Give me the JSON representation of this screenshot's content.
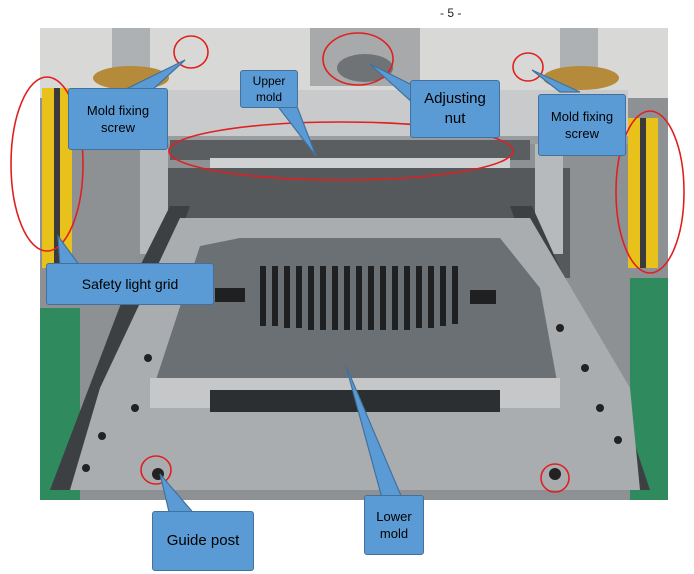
{
  "page": {
    "number": "- 5 -"
  },
  "labels": {
    "mold_fixing_screw_left": "Mold fixing screw",
    "upper_mold": "Upper mold",
    "adjusting_nut": "Adjusting nut",
    "mold_fixing_screw_right": "Mold fixing screw",
    "safety_light_grid": "Safety light grid",
    "guide_post": "Guide post",
    "lower_mold": "Lower mold"
  },
  "colors": {
    "callout_fill": "#5b9bd5",
    "callout_border": "#41719c",
    "highlight_circle": "#e02020",
    "light_grid": "#e8c21a"
  }
}
